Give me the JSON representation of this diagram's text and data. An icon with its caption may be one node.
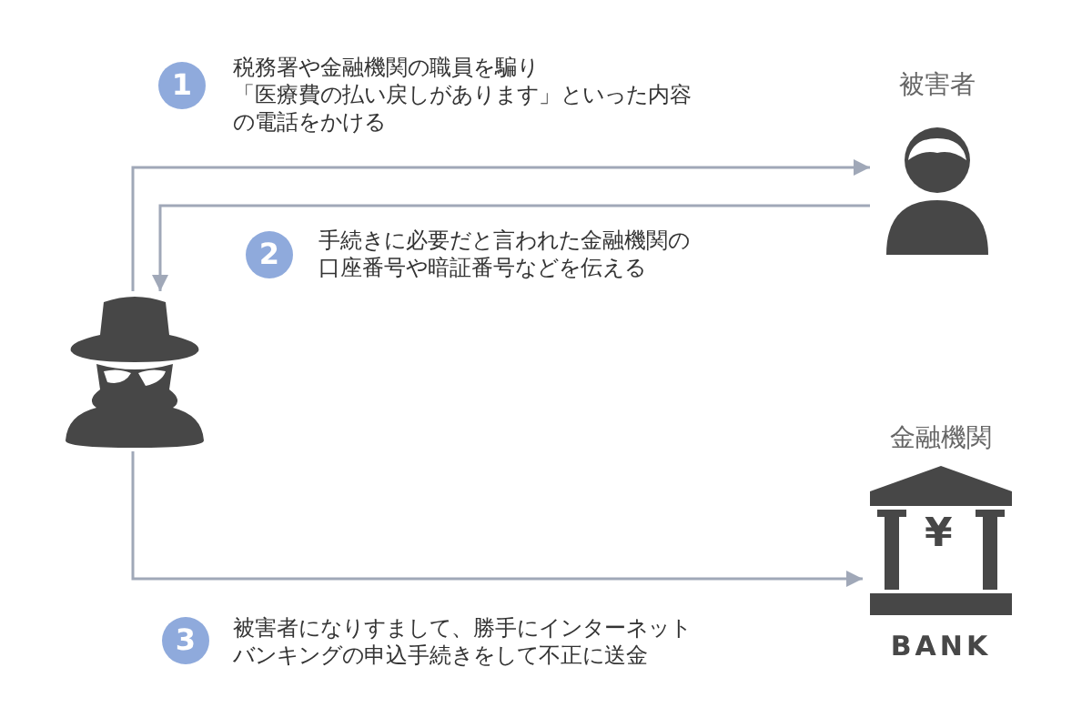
{
  "diagram": {
    "nodes": [
      {
        "text": [],
        "shape": "person"
      },
      {
        "text": [
          "被害者"
        ]
      },
      {
        "text": [
          "金融機関",
          "¥",
          "BANK"
        ]
      }
    ],
    "edges": [
      {
        "from": 0,
        "to": 1,
        "arrow": "to",
        "label": "税務署や金融機関の職員を騙り「医療費の払い戻しがあります」といった内容の電話をかける"
      },
      {
        "from": 1,
        "to": 0,
        "arrow": "to",
        "label": "手続きに必要だと言われた金融機関の口座番号や暗証番号などを伝える"
      },
      {
        "from": 0,
        "to": 2,
        "arrow": "to",
        "label": "被害者になりすまして、勝手にインターネットバンキングの申込手続きをして不正に送金"
      }
    ],
    "labels": [
      "1",
      "2",
      "3"
    ]
  }
}
